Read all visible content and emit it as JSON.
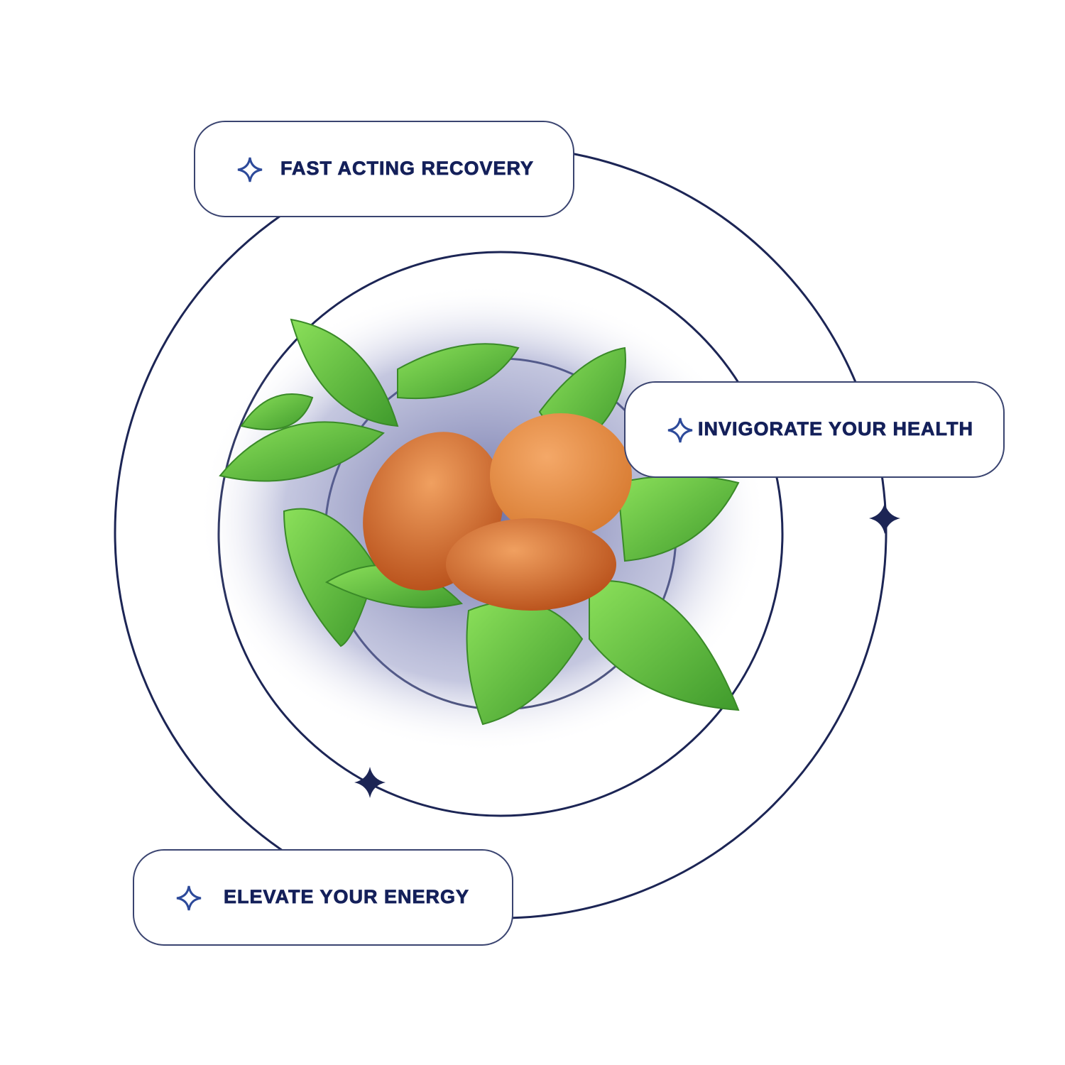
{
  "features": [
    {
      "label": "FAST ACTING RECOVERY",
      "icon": "sparkle-icon"
    },
    {
      "label": "INVIGORATE YOUR HEALTH",
      "icon": "sparkle-icon"
    },
    {
      "label": "ELEVATE YOUR ENERGY",
      "icon": "sparkle-icon"
    }
  ],
  "colors": {
    "navy": "#14205a",
    "ring": "#1c2555",
    "sparkle": "#2d4a9a",
    "leaf": "#5cbf3a",
    "gummy": "#d9742a"
  }
}
